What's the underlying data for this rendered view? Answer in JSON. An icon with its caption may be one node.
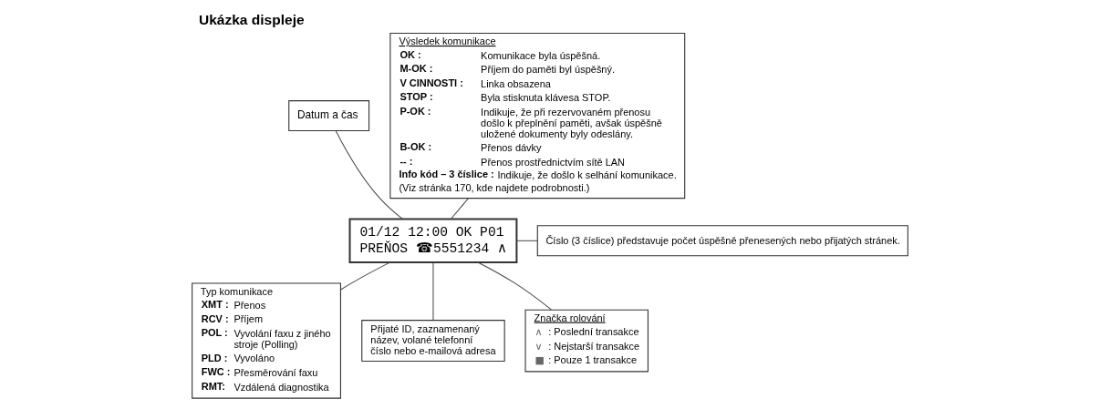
{
  "diagram": {
    "title": "Ukázka displeje",
    "nodes": [
      {
        "text": [
          "Datum a čas"
        ]
      },
      {
        "text": [
          "01/12 12:00 OK P01",
          "PREŇOS ☎5551234 ∧"
        ]
      },
      {
        "text": [
          "Výsledek komunikace",
          "OK :",
          "Komunikace byla úspěšná.",
          "M-OK :",
          "Příjem do paměti byl úspěšný.",
          "V CINNOSTI :",
          "Linka obsazena",
          "STOP :",
          "Byla stisknuta klávesa STOP.",
          "P-OK :",
          "Indikuje, že při rezervovaném přenosu došlo k přeplnění paměti, avšak úspěšně uložené dokumenty byly odeslány.",
          "B-OK :",
          "Přenos dávky",
          "-- :",
          "Přenos prostřednictvím sítě LAN",
          "Info kód – 3 číslice :",
          "Indikuje, že došlo k selhání komunikace.",
          "(Viz stránka 170, kde najdete podrobnosti.)"
        ]
      },
      {
        "text": [
          "Číslo (3 číslice) představuje počet úspěšně přenesených nebo přijatých stránek."
        ]
      },
      {
        "text": [
          "Typ komunikace",
          "XMT :",
          "Přenos",
          "RCV :",
          "Příjem",
          "POL :",
          "Vyvolání faxu z jiného stroje (Polling)",
          "PLD :",
          "Vyvoláno",
          "FWC :",
          "Přesměrování faxu",
          "RMT:",
          "Vzdálená diagnostika"
        ]
      },
      {
        "text": [
          "Přijaté ID, zaznamenaný název, volané telefonní číslo nebo e-mailová adresa"
        ]
      },
      {
        "text": [
          "Značka rolování",
          "∧",
          ": Poslední transakce",
          "∨",
          ": Nejstarší transakce",
          "■",
          ": Pouze 1 transakce"
        ]
      }
    ],
    "edges": [
      {
        "from": 0,
        "to": 1,
        "arrow": "none"
      },
      {
        "from": 2,
        "to": 1,
        "arrow": "none"
      },
      {
        "from": 3,
        "to": 1,
        "arrow": "none"
      },
      {
        "from": 4,
        "to": 1,
        "arrow": "none"
      },
      {
        "from": 5,
        "to": 1,
        "arrow": "none"
      },
      {
        "from": 6,
        "to": 1,
        "arrow": "none"
      }
    ]
  }
}
